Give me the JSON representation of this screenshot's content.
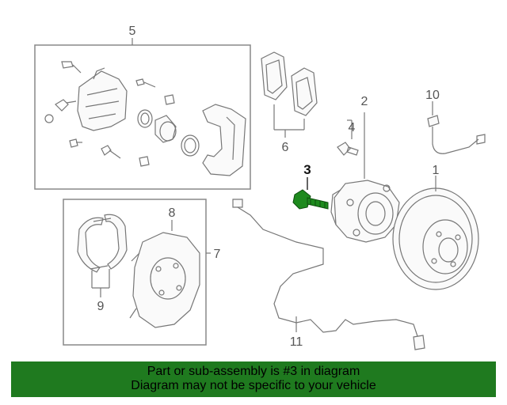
{
  "callouts": {
    "c1": "1",
    "c2": "2",
    "c3": "3",
    "c4": "4",
    "c5": "5",
    "c6": "6",
    "c7": "7",
    "c8": "8",
    "c9": "9",
    "c10": "10",
    "c11": "11"
  },
  "highlighted_part": "3",
  "colors": {
    "highlight": "#1e8a1e",
    "banner_bg": "#1f7a1f",
    "line": "#777777"
  },
  "banner": {
    "line1": "Part or sub-assembly is #3 in diagram",
    "line2": "Diagram may not be specific to your vehicle"
  }
}
